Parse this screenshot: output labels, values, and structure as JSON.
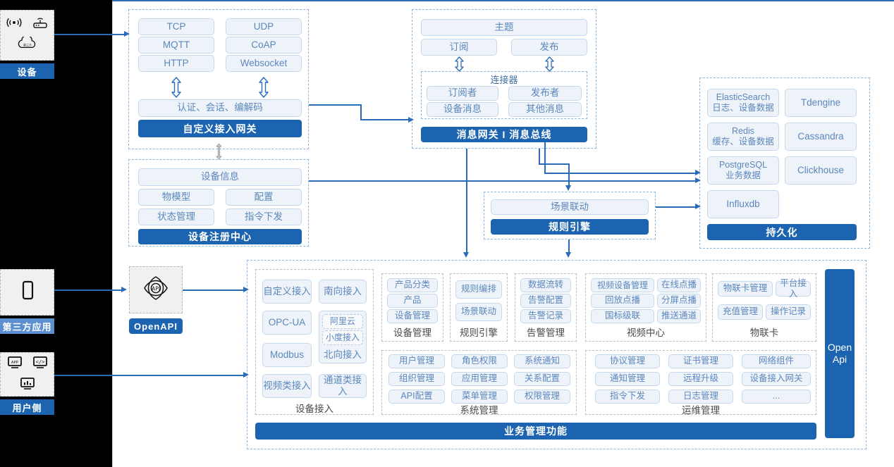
{
  "actors": [
    {
      "id": "device",
      "label": "设备",
      "icons": [
        "wifi-signal-icon",
        "router-icon",
        "cloud-icon"
      ]
    },
    {
      "id": "third-party-app",
      "label": "第三方应用",
      "icons": [
        "mobile-phone-icon"
      ]
    },
    {
      "id": "user-side",
      "label": "用户侧",
      "icons": [
        "app-store-icon",
        "code-window-icon",
        "dashboard-icon"
      ]
    }
  ],
  "openapi": {
    "label": "OpenAPI",
    "icon": "api-network-icon"
  },
  "access_gateway": {
    "protocols": [
      "TCP",
      "UDP",
      "MQTT",
      "CoAP",
      "HTTP",
      "Websocket"
    ],
    "middle": "认证、会话、编解码",
    "title": "自定义接入网关"
  },
  "message_gateway": {
    "topic": "主题",
    "pubsub": [
      "订阅",
      "发布"
    ],
    "connector_title": "连接器",
    "connector_items": [
      "订阅者",
      "发布者",
      "设备消息",
      "其他消息"
    ],
    "title": "消息网关 I 消息总线"
  },
  "device_registry": {
    "info": "设备信息",
    "items": [
      "物模型",
      "配置",
      "状态管理",
      "指令下发"
    ],
    "title": "设备注册中心"
  },
  "rule_engine": {
    "item": "场景联动",
    "title": "规则引擎"
  },
  "persistence": {
    "stores": [
      {
        "name": "ElasticSearch",
        "sub": "日志、设备数据"
      },
      {
        "name": "Tdengine",
        "sub": ""
      },
      {
        "name": "Redis",
        "sub": "缓存、设备数据"
      },
      {
        "name": "Cassandra",
        "sub": ""
      },
      {
        "name": "PostgreSQL",
        "sub": "业务数据"
      },
      {
        "name": "Clickhouse",
        "sub": ""
      },
      {
        "name": "Influxdb",
        "sub": ""
      }
    ],
    "title": "持久化"
  },
  "business": {
    "title": "业务管理功能",
    "openapi_bar": {
      "line1": "Open",
      "line2": "Api"
    },
    "device_access": {
      "caption": "设备接入",
      "left": [
        "自定义接入",
        "OPC-UA",
        "Modbus",
        "视频类接入"
      ],
      "right": [
        "南向接入",
        "北向接入",
        "通道类接入"
      ],
      "northbound_children": [
        "阿里云",
        "小度接入"
      ]
    },
    "groups": [
      {
        "caption": "设备管理",
        "items": [
          "产品分类",
          "产品",
          "设备管理"
        ]
      },
      {
        "caption": "规则引擎",
        "items": [
          "规则编排",
          "场景联动"
        ]
      },
      {
        "caption": "告警管理",
        "items": [
          "数据流转",
          "告警配置",
          "告警记录"
        ]
      },
      {
        "caption": "视频中心",
        "items": [
          "视频设备管理",
          "在线点播",
          "回放点播",
          "分屏点播",
          "国标级联",
          "推送通道"
        ]
      },
      {
        "caption": "物联卡",
        "items": [
          "物联卡管理",
          "平台接入",
          "充值管理",
          "操作记录"
        ]
      },
      {
        "caption": "系统管理",
        "items": [
          "用户管理",
          "角色权限",
          "系统通知",
          "组织管理",
          "应用管理",
          "关系配置",
          "API配置",
          "菜单管理",
          "权限管理"
        ]
      },
      {
        "caption": "运维管理",
        "items": [
          "协议管理",
          "证书管理",
          "网络组件",
          "通知管理",
          "远程升级",
          "设备接入网关",
          "指令下发",
          "日志管理",
          "..."
        ]
      }
    ]
  },
  "colors": {
    "brand_blue": "#1d64b0",
    "light_blue": "#5b8fcf",
    "pill_fill": "#eef3f9",
    "pill_border": "#c5d9ee",
    "pill_text": "#5b87bd",
    "connector": "#2b6cb8"
  }
}
